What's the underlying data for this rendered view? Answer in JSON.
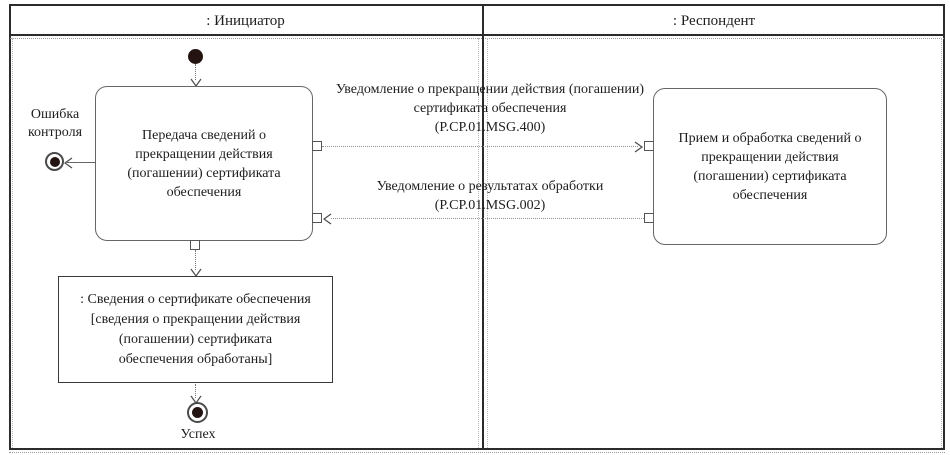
{
  "lanes": {
    "initiator": {
      "label": ": Инициатор"
    },
    "respondent": {
      "label": ": Респондент"
    }
  },
  "activities": {
    "initiator": {
      "label": "Передача сведений о прекращении действия (погашении) сертификата обеспечения"
    },
    "respondent": {
      "label": "Прием и обработка сведений о прекращении действия (погашении) сертификата обеспечения"
    }
  },
  "object_node": {
    "title": ": Сведения о сертификате обеспечения",
    "state": "[сведения о прекращении действия (погашении) сертификата обеспечения обработаны]"
  },
  "terminals": {
    "error": {
      "label": "Ошибка контроля"
    },
    "success": {
      "label": "Успех"
    }
  },
  "messages": {
    "to_respondent": {
      "text": "Уведомление о прекращении действия (погашении) сертификата обеспечения",
      "code": "(P.CP.01.MSG.400)"
    },
    "to_initiator": {
      "text": "Уведомление о результатах обработки",
      "code": "(P.CP.01.MSG.002)"
    }
  },
  "colors": {
    "frame": "#2b2b2b",
    "activity_border": "#666666",
    "object_border": "#383838",
    "connector": "#949494",
    "terminal_fill": "#241411",
    "text": "#1d1d1d",
    "background": "#ffffff"
  }
}
